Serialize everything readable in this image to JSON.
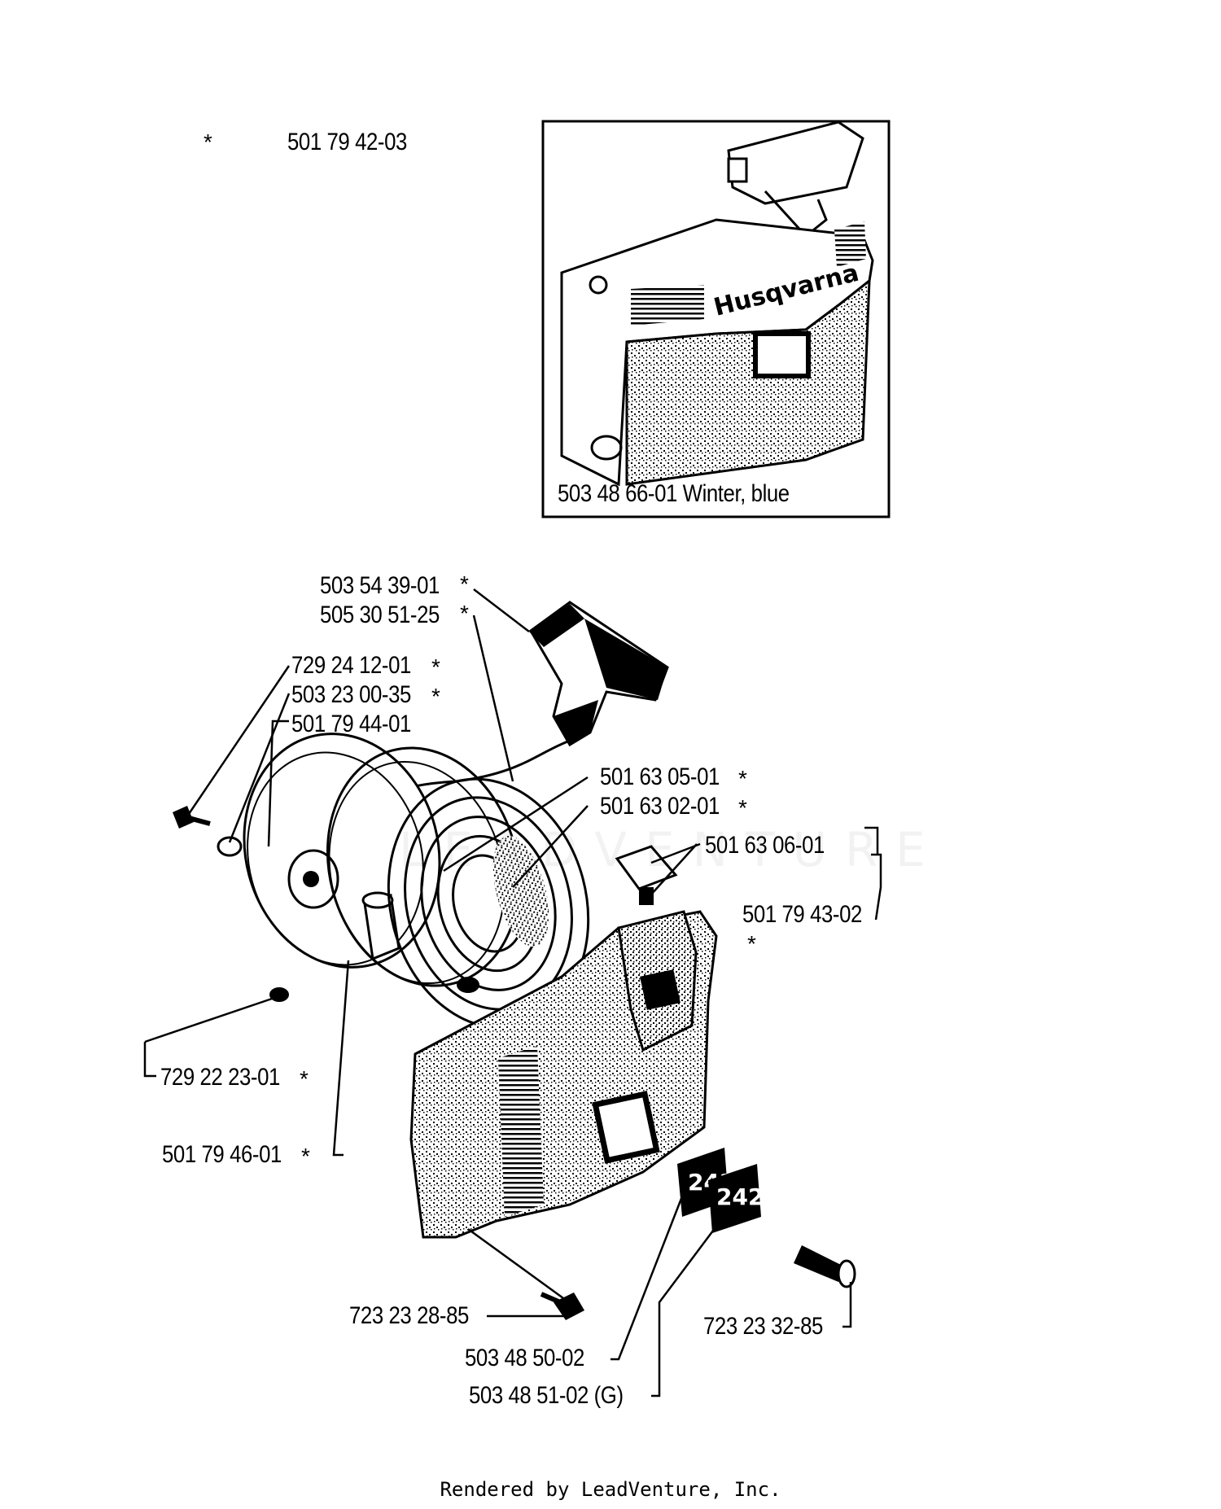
{
  "labels": {
    "kit_top": "501 79 42-03",
    "winter_cover": "503 48 66-01 Winter, blue",
    "handle_1": "503 54 39-01",
    "handle_2": "505 30 51-25",
    "screw_1": "729 24 12-01",
    "washer": "503 23 00-35",
    "pulley": "501 79 44-01",
    "spring_1": "501 63 05-01",
    "spring_2": "501 63 02-01",
    "pawl": "501 63 06-01",
    "starter_kit": "501 79 43-02",
    "screw_2": "729 22 23-01",
    "bushing": "501 79 46-01",
    "screw_3": "723 23 28-85",
    "decal_1": "503 48 50-02",
    "decal_2": "503 48 51-02 (G)",
    "screw_4": "723 23 32-85"
  },
  "asterisk": "*",
  "cover_brand": "Husqvarna",
  "decal_model": "242",
  "watermark": "LEADVENTURE",
  "footer": "Rendered by LeadVenture, Inc."
}
